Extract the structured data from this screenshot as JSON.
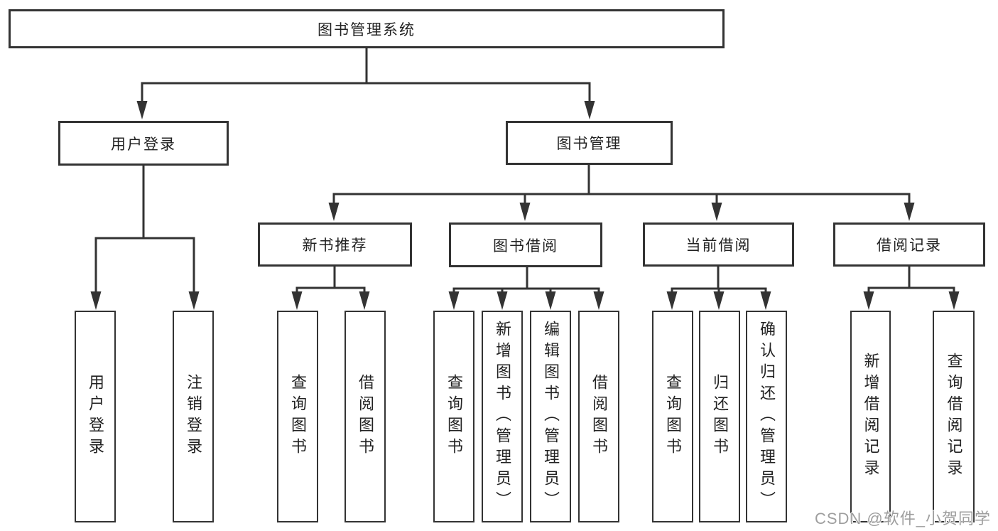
{
  "tree": {
    "root": {
      "label": "图书管理系统"
    },
    "login": {
      "label": "用户登录",
      "children": [
        {
          "label": "用户登录"
        },
        {
          "label": "注销登录"
        }
      ]
    },
    "management": {
      "label": "图书管理",
      "sections": [
        {
          "label": "新书推荐",
          "children": [
            {
              "label": "查询图书"
            },
            {
              "label": "借阅图书"
            }
          ]
        },
        {
          "label": "图书借阅",
          "children": [
            {
              "label": "查询图书"
            },
            {
              "label": "新增图书（管理员）"
            },
            {
              "label": "编辑图书（管理员）"
            },
            {
              "label": "借阅图书"
            }
          ]
        },
        {
          "label": "当前借阅",
          "children": [
            {
              "label": "查询图书"
            },
            {
              "label": "归还图书"
            },
            {
              "label": "确认归还（管理员）"
            }
          ]
        },
        {
          "label": "借阅记录",
          "children": [
            {
              "label": "新增借阅记录"
            },
            {
              "label": "查询借阅记录"
            }
          ]
        }
      ]
    }
  },
  "watermark": {
    "text": "CSDN @软件_小贺同学"
  },
  "colors": {
    "line": "#333333",
    "text": "#222222",
    "watermark": "#9e9e9e",
    "background": "#ffffff"
  }
}
